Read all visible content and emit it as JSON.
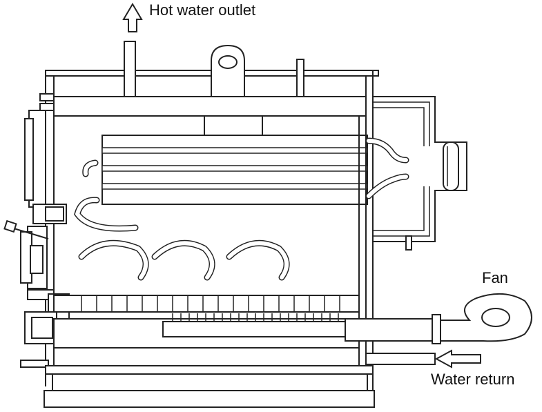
{
  "labels": {
    "hot_water_outlet": "Hot water outlet",
    "fan": "Fan",
    "water_return": "Water return"
  },
  "icons": {
    "outlet_arrow": "up-arrow-outline-icon",
    "return_arrow": "left-arrow-outline-icon"
  }
}
